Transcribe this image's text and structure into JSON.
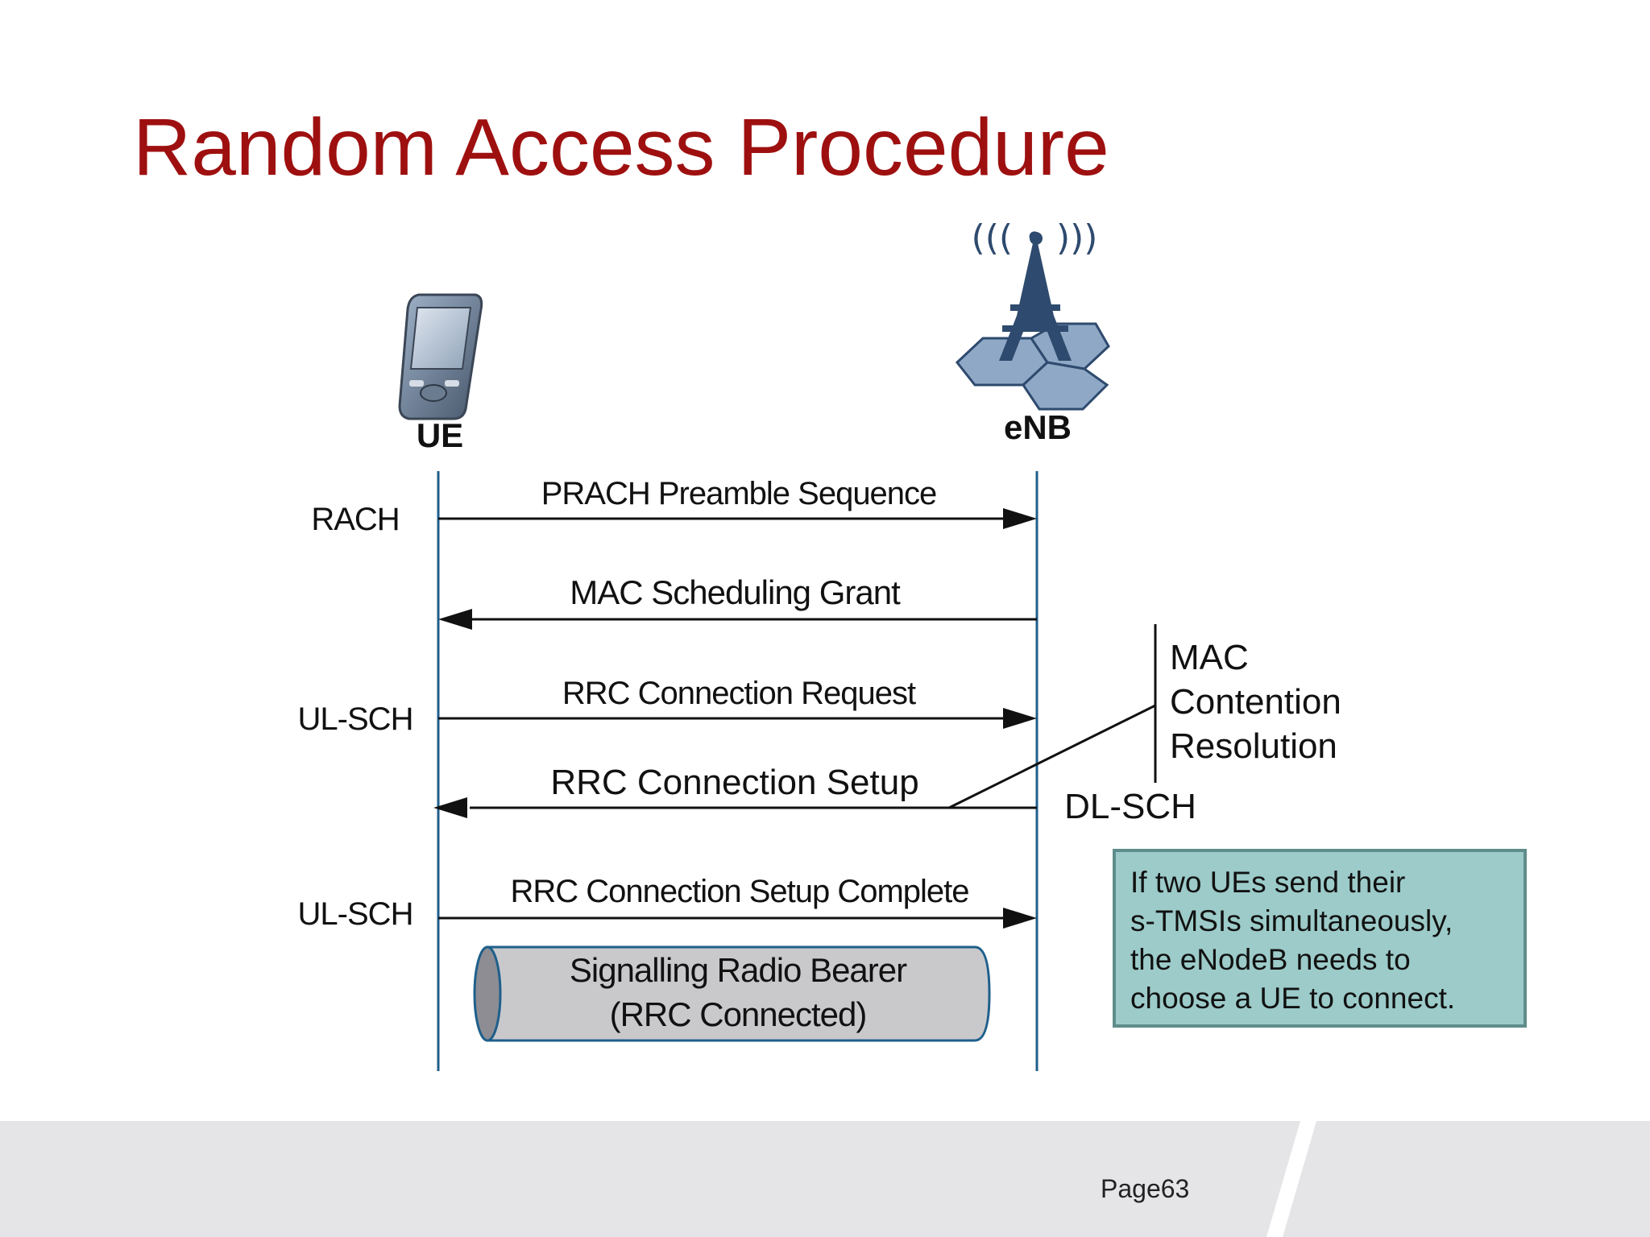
{
  "title": "Random Access Procedure",
  "nodes": {
    "ue": "UE",
    "enb": "eNB"
  },
  "messages": [
    {
      "channel": "RACH",
      "label": "PRACH Preamble Sequence",
      "direction": "ue-to-enb"
    },
    {
      "channel": "",
      "label": "MAC Scheduling Grant",
      "direction": "enb-to-ue"
    },
    {
      "channel": "UL-SCH",
      "label": "RRC Connection Request",
      "direction": "ue-to-enb"
    },
    {
      "channel": "",
      "label": "RRC Connection Setup",
      "direction": "enb-to-ue"
    },
    {
      "channel": "UL-SCH",
      "label": "RRC Connection Setup Complete",
      "direction": "ue-to-enb"
    }
  ],
  "dl_channel": "DL-SCH",
  "contention": [
    "MAC",
    "Contention",
    "Resolution"
  ],
  "bearer": [
    "Signalling Radio Bearer",
    "(RRC Connected)"
  ],
  "note": [
    "If two UEs send their",
    "s-TMSIs simultaneously,",
    "the eNodeB needs to",
    "choose a UE to connect."
  ],
  "page": "Page63",
  "colors": {
    "title": "#9e1010",
    "lifeline": "#1f5f8b",
    "note_fill": "#9ccbc9",
    "bearer_fill": "#c9c9cc"
  },
  "icons": {
    "ue": "mobile-phone-icon",
    "enb": "cell-tower-icon"
  }
}
